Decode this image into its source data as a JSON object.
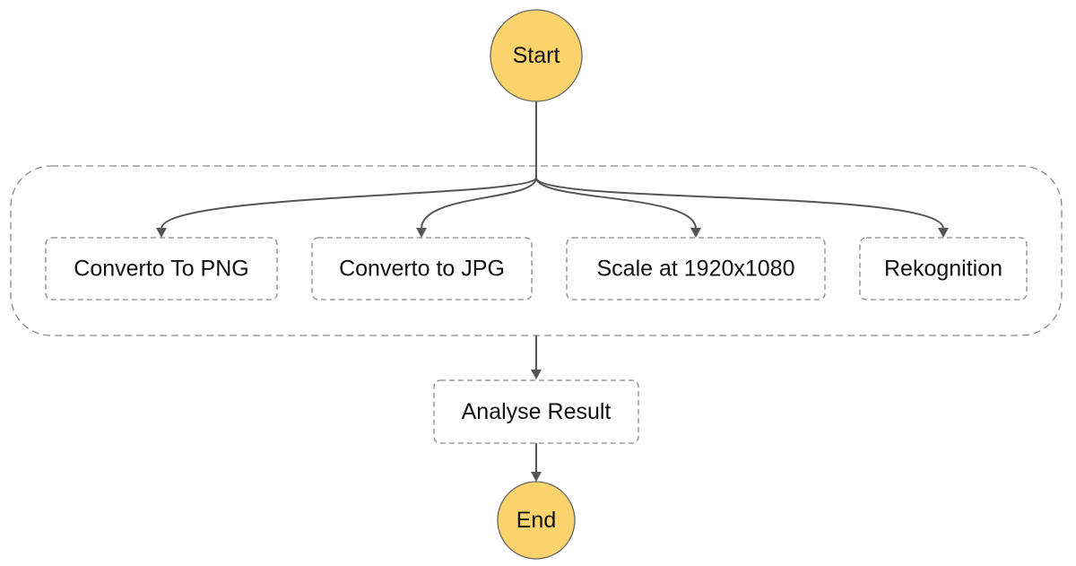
{
  "start": {
    "label": "Start"
  },
  "parallel_branches": [
    {
      "label": "Converto To PNG"
    },
    {
      "label": "Converto to JPG"
    },
    {
      "label": "Scale at 1920x1080"
    },
    {
      "label": "Rekognition"
    }
  ],
  "analyse": {
    "label": "Analyse Result"
  },
  "end": {
    "label": "End"
  },
  "colors": {
    "terminal_fill": "#fbd36c",
    "edge": "#555555",
    "dashed_border": "#888888"
  }
}
